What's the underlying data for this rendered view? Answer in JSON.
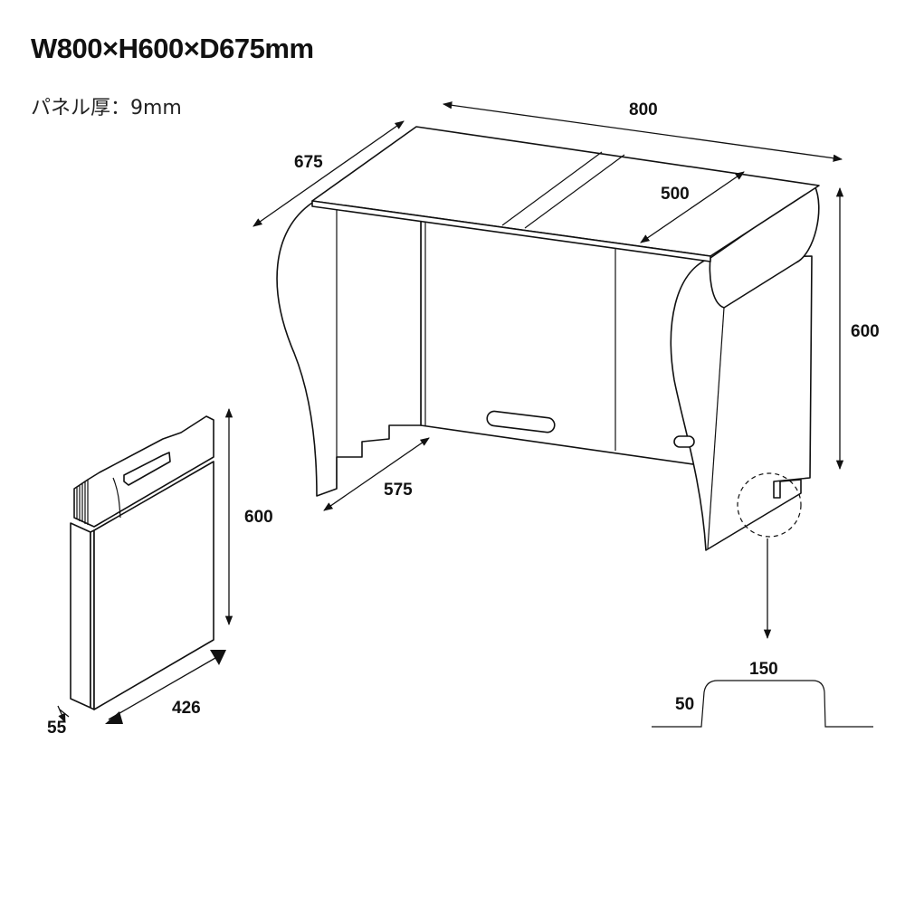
{
  "title": "W800×H600×D675mm",
  "subtitle": "パネル厚：9mm",
  "dimensions": {
    "width": "800",
    "depth": "675",
    "top_split": "500",
    "height": "600",
    "inner_depth": "575",
    "folded_height": "600",
    "folded_width": "426",
    "folded_thickness": "55",
    "slot_width": "150",
    "slot_height": "50"
  }
}
